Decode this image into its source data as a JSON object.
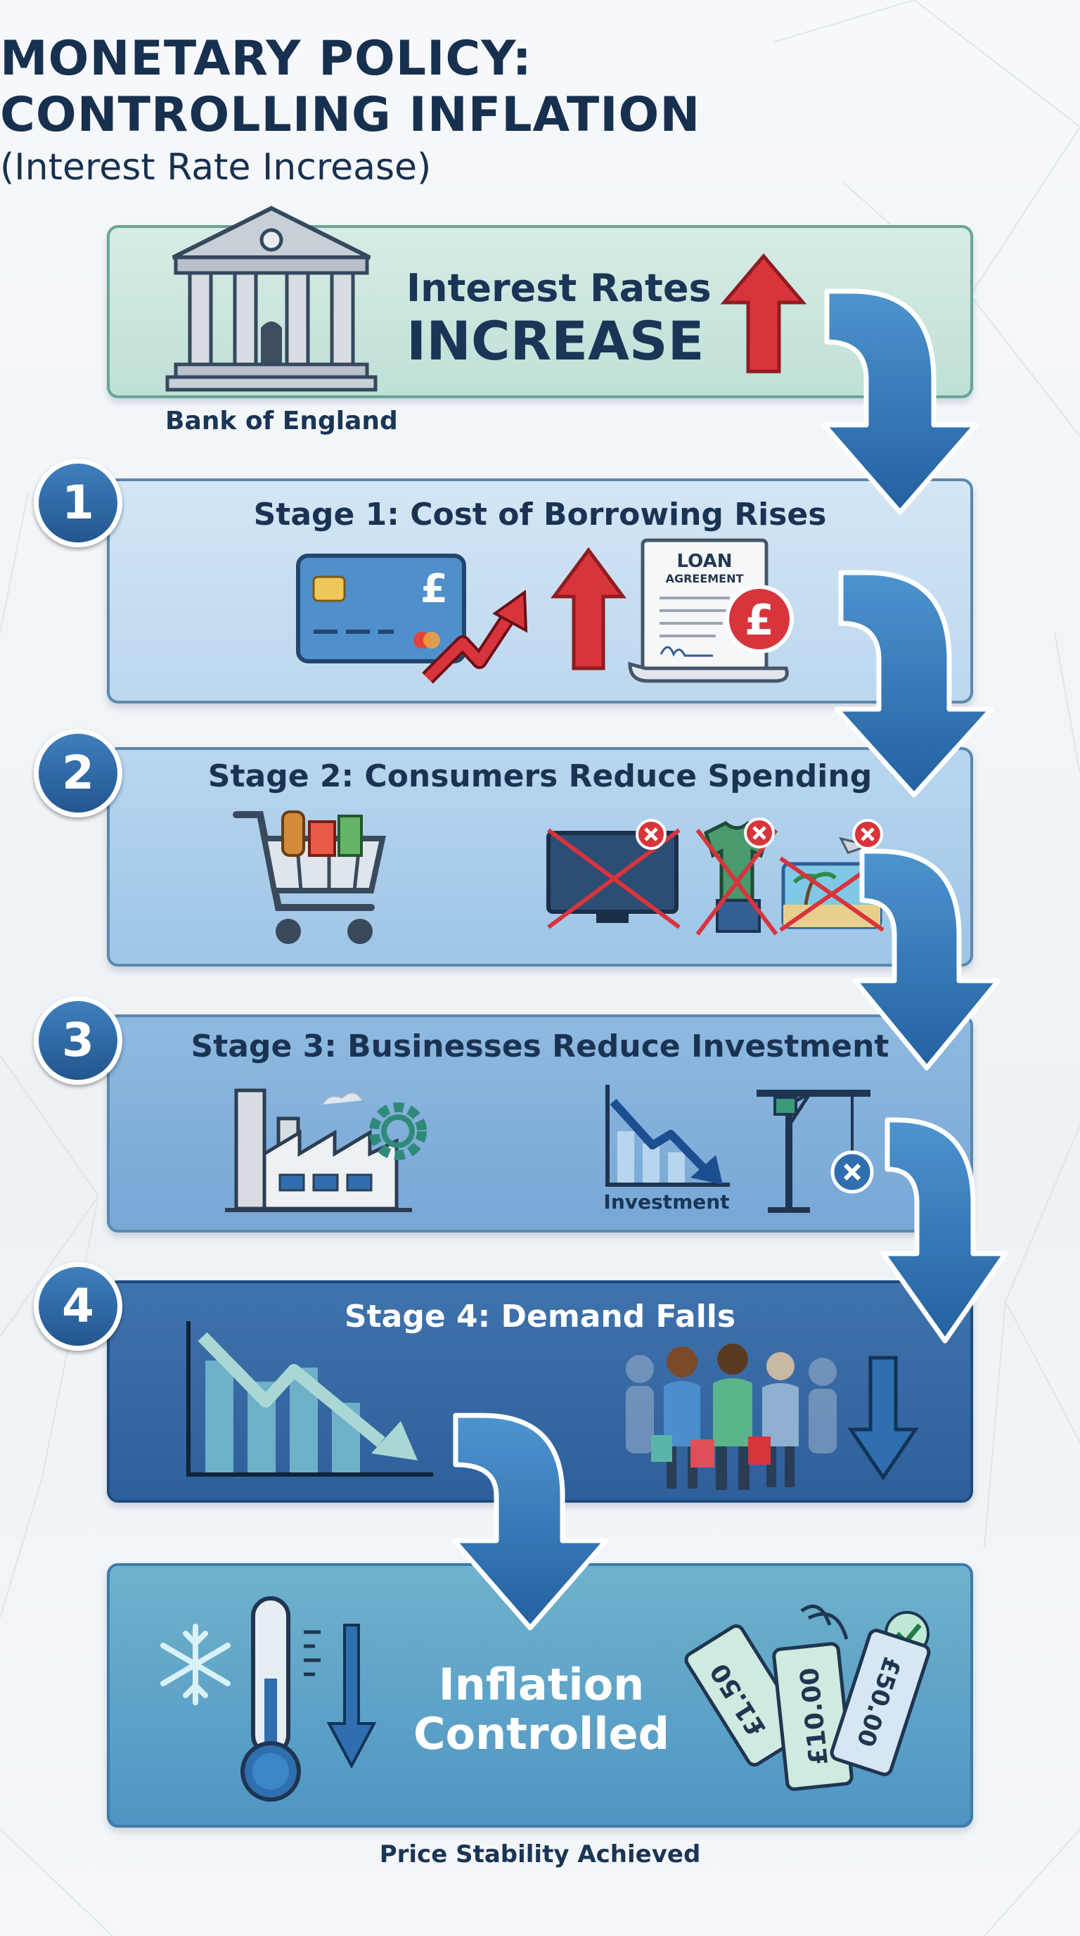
{
  "title": {
    "line1": "MONETARY POLICY:",
    "line2": "CONTROLLING INFLATION",
    "subtitle": "(Interest Rate Increase)"
  },
  "top_box": {
    "line1": "Interest Rates",
    "line2": "INCREASE",
    "bank_label": "Bank of England"
  },
  "stages": [
    {
      "number": "1",
      "title": "Stage 1: Cost of Borrowing Rises",
      "loan_title": "LOAN",
      "loan_subtitle": "AGREEMENT",
      "currency": "£"
    },
    {
      "number": "2",
      "title": "Stage 2: Consumers Reduce Spending"
    },
    {
      "number": "3",
      "title": "Stage 3: Businesses Reduce Investment",
      "chart_label": "Investment"
    },
    {
      "number": "4",
      "title": "Stage 4: Demand Falls"
    }
  ],
  "final_box": {
    "line1": "Inflation",
    "line2": "Controlled",
    "price_tags": [
      "£1.50",
      "£10.00",
      "£50.00"
    ]
  },
  "footer": "Price Stability Achieved",
  "colors": {
    "title": "#18304f",
    "arrow_blue": "#2f6fb0",
    "arrow_red": "#d8343c",
    "top_box": "#c9e6dd",
    "stage4_box": "#2e5f9a"
  }
}
